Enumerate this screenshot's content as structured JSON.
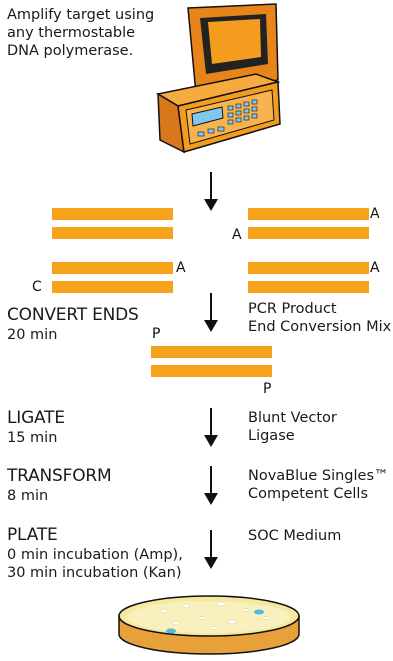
{
  "intro": [
    "Amplify target using",
    "any thermostable",
    "DNA polymerase."
  ],
  "strand_labels": {
    "a1": "A",
    "a2": "A",
    "a3": "A",
    "a4": "A",
    "c": "C",
    "p_top": "P",
    "p_bottom": "P"
  },
  "steps": [
    {
      "title": "CONVERT ENDS",
      "time": [
        "20 min"
      ],
      "reagent": [
        "PCR Product",
        "End Conversion Mix"
      ]
    },
    {
      "title": "LIGATE",
      "time": [
        "15 min"
      ],
      "reagent": [
        "Blunt Vector",
        "Ligase"
      ]
    },
    {
      "title": "TRANSFORM",
      "time": [
        "8 min"
      ],
      "reagent": [
        "NovaBlue Singles™",
        "Competent Cells"
      ]
    },
    {
      "title": "PLATE",
      "time": [
        "0 min incubation (Amp),",
        "30 min incubation (Kan)"
      ],
      "reagent": [
        "SOC Medium"
      ]
    }
  ],
  "colors": {
    "dna": "#f7a21b",
    "machine": "#f39c1e",
    "screen": "#7ec8f0",
    "plate": "#f5e9a0",
    "arrow": "#111111"
  },
  "icons": [
    "thermal-cycler-icon",
    "down-arrow-icon",
    "petri-dish-icon"
  ]
}
